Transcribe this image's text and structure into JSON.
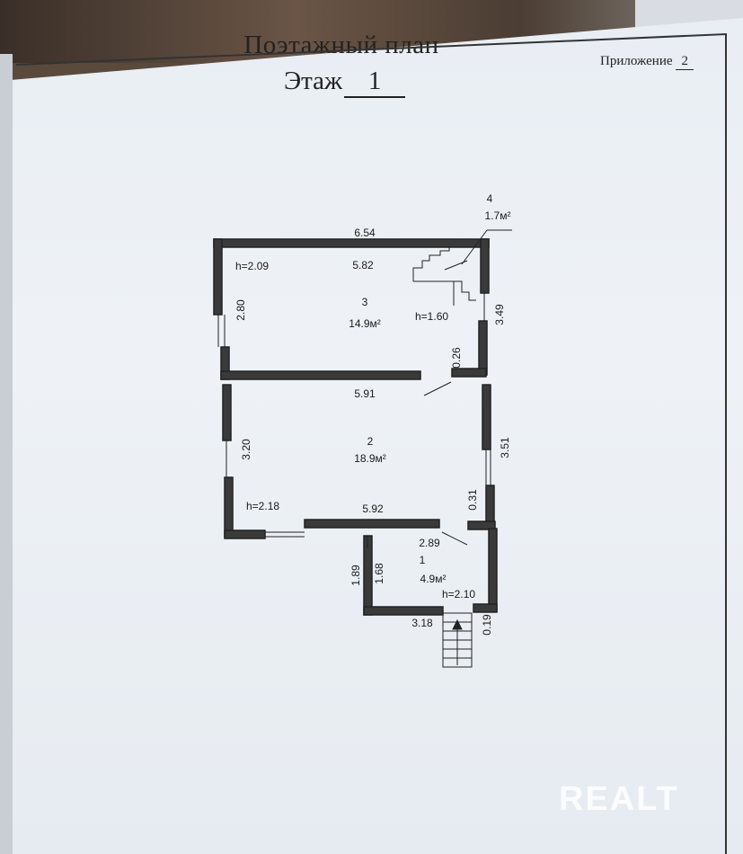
{
  "header": {
    "title": "Поэтажный план",
    "floor_label": "Этаж",
    "floor_number": "1",
    "appendix_label": "Приложение",
    "appendix_number": "2"
  },
  "plan": {
    "room3": {
      "number": "3",
      "area": "14.9м²",
      "height": "h=2.09",
      "stair_height": "h=1.60"
    },
    "room4": {
      "number": "4",
      "area": "1.7м²"
    },
    "room2": {
      "number": "2",
      "area": "18.9м²",
      "height": "h=2.18"
    },
    "room1": {
      "number": "1",
      "area": "4.9м²",
      "height": "h=2.10"
    },
    "dimensions": {
      "d654": "6.54",
      "d582": "5.82",
      "d280": "2.80",
      "d349": "3.49",
      "d026": "0.26",
      "d591": "5.91",
      "d320": "3.20",
      "d351": "3.51",
      "d031": "0.31",
      "d592": "5.92",
      "d289": "2.89",
      "d189": "1.89",
      "d168": "1.68",
      "d318": "3.18",
      "d019": "0.19"
    }
  },
  "watermark": "REALT"
}
